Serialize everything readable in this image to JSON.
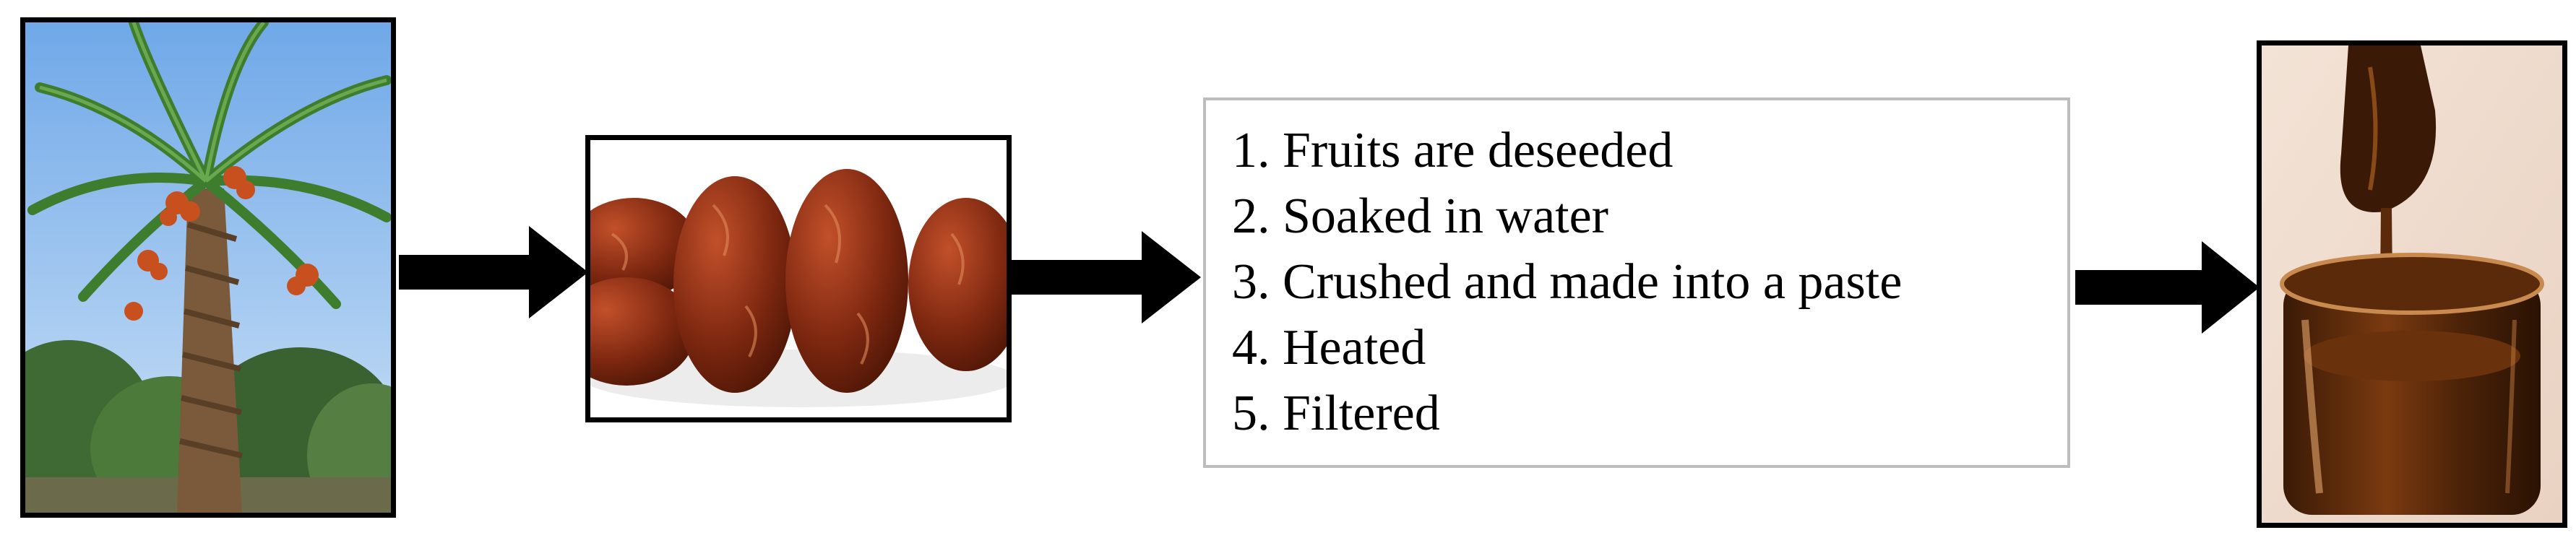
{
  "diagram": {
    "stages": [
      {
        "id": "date-palm",
        "kind": "photo",
        "icon": "date-palm-tree-photo"
      },
      {
        "id": "date-fruits",
        "kind": "photo",
        "icon": "dates-fruit-photo"
      },
      {
        "id": "process-steps",
        "kind": "text-box"
      },
      {
        "id": "date-syrup",
        "kind": "photo",
        "icon": "date-syrup-jar-photo"
      }
    ],
    "arrows": 3,
    "process_steps": [
      "1. Fruits are deseeded",
      "2. Soaked in water",
      "3. Crushed and made into a paste",
      "4. Heated",
      "5. Filtered"
    ],
    "colors": {
      "frame": "#000000",
      "text_box_border": "#bdbdbd",
      "arrow": "#000000"
    }
  }
}
